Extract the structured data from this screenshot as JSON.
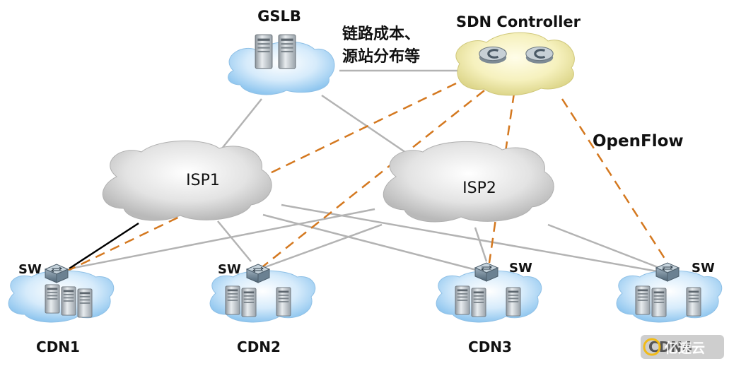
{
  "labels": {
    "gslb": "GSLB",
    "sdn_controller": "SDN Controller",
    "note_line1": "链路成本、",
    "note_line2": "源站分布等",
    "openflow": "OpenFlow",
    "isp1": "ISP1",
    "isp2": "ISP2",
    "sw": "SW",
    "cdn1": "CDN1",
    "cdn2": "CDN2",
    "cdn3": "CDN3",
    "cdn4": "CDN4",
    "watermark": "亿速云"
  },
  "colors": {
    "cloud_blue": "#a9d4f5",
    "cloud_gray": "#d6d6d6",
    "cloud_yellow": "#f3efb5",
    "solid_link": "#b3b3b3",
    "openflow_link": "#d4781f",
    "black_link": "#000000"
  },
  "icons": {
    "server": "server-icon",
    "switch": "switch-icon",
    "controller": "controller-icon"
  }
}
